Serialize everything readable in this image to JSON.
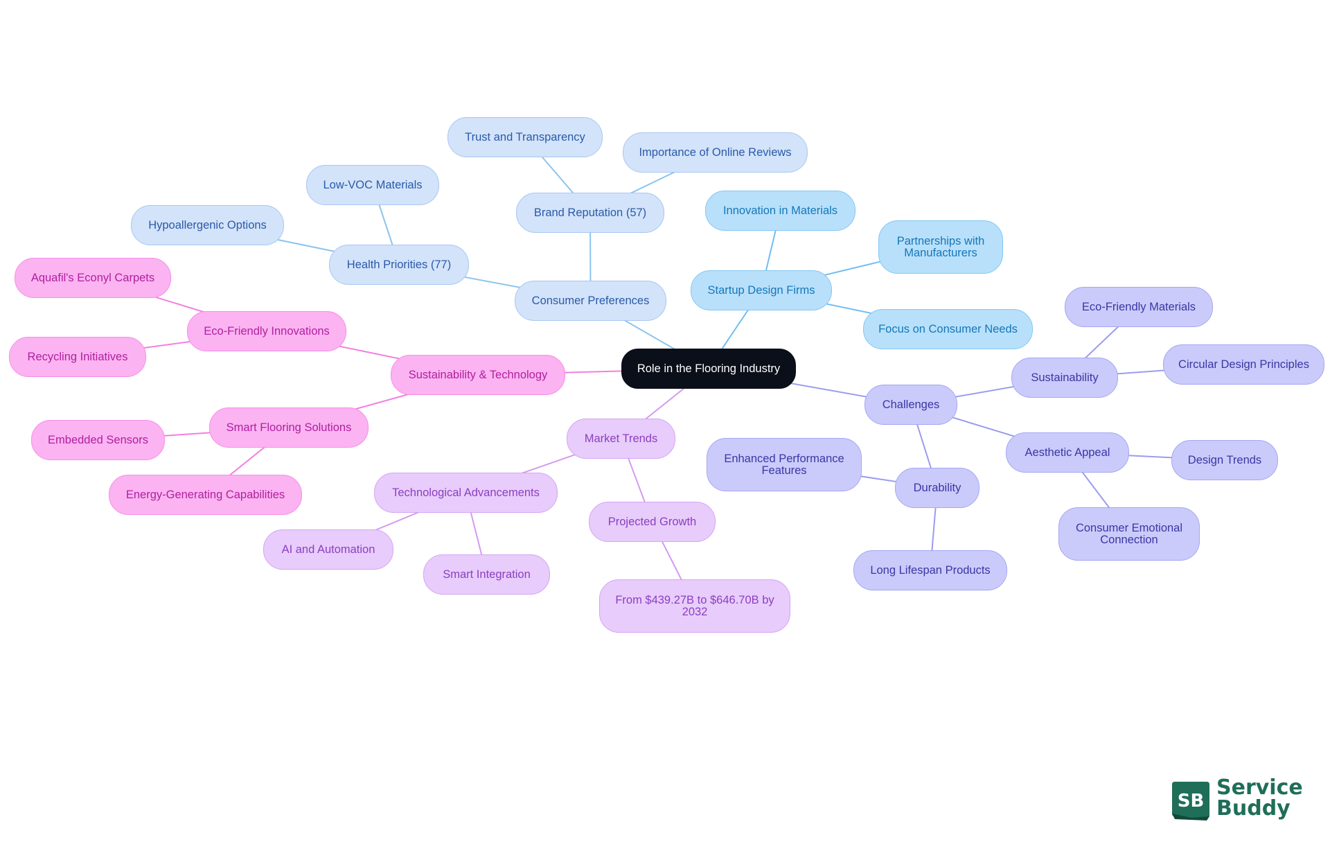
{
  "root": "Role in the Flooring Industry",
  "nodes": {
    "consumer_preferences": "Consumer Preferences",
    "health_priorities": "Health Priorities (77)",
    "hypoallergenic_options": "Hypoallergenic Options",
    "low_voc_materials": "Low-VOC Materials",
    "brand_reputation": "Brand Reputation (57)",
    "trust_and_transparency": "Trust and Transparency",
    "importance_of_online_reviews": "Importance of Online Reviews",
    "startup_design_firms": "Startup Design Firms",
    "innovation_in_materials": "Innovation in Materials",
    "partnerships_with_manufacturers": "Partnerships with Manufacturers",
    "focus_on_consumer_needs": "Focus on Consumer Needs",
    "challenges": "Challenges",
    "sustainability": "Sustainability",
    "eco_friendly_materials": "Eco-Friendly Materials",
    "circular_design_principles": "Circular Design Principles",
    "aesthetic_appeal": "Aesthetic Appeal",
    "design_trends": "Design Trends",
    "consumer_emotional_connection": "Consumer Emotional Connection",
    "durability": "Durability",
    "enhanced_performance_features": "Enhanced Performance Features",
    "long_lifespan_products": "Long Lifespan Products",
    "market_trends": "Market Trends",
    "technological_advancements": "Technological Advancements",
    "ai_and_automation": "AI and Automation",
    "smart_integration": "Smart Integration",
    "projected_growth": "Projected Growth",
    "growth_figure": "From $439.27B to $646.70B by 2032",
    "sustainability_and_technology": "Sustainability & Technology",
    "eco_friendly_innovations": "Eco-Friendly Innovations",
    "aquafil_econyl_carpets": "Aquafil's Econyl Carpets",
    "recycling_initiatives": "Recycling Initiatives",
    "smart_flooring_solutions": "Smart Flooring Solutions",
    "embedded_sensors": "Embedded Sensors",
    "energy_generating_capabilities": "Energy-Generating Capabilities"
  },
  "branch_colors": {
    "consumer_preferences": "#8cc4ec",
    "startup_design_firms": "#6fbdf0",
    "challenges": "#9a9cee",
    "market_trends": "#d49bef",
    "sustainability_and_technology": "#f27fdf"
  },
  "logo": {
    "mark": "SB",
    "line1": "Service",
    "line2": "Buddy",
    "color": "#1f6e58"
  }
}
